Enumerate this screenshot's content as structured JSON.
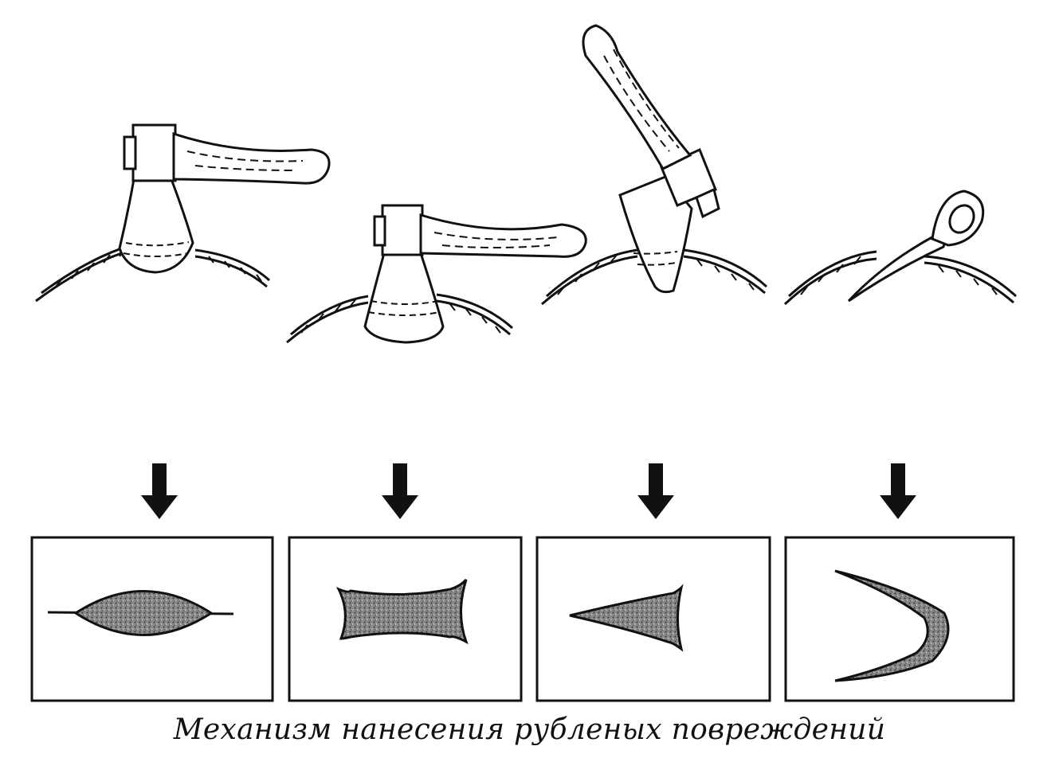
{
  "caption": "Механизм нанесения рубленых повреждений",
  "colors": {
    "ink": "#111111",
    "wound_fill": "#6f6f6f",
    "background": "#ffffff"
  },
  "panels": [
    {
      "tool": "axe-blade-perpendicular",
      "wound_shape": "spindle"
    },
    {
      "tool": "axe-blade-deep",
      "wound_shape": "rectangular-with-spurs"
    },
    {
      "tool": "axe-heel-angled",
      "wound_shape": "triangular"
    },
    {
      "tool": "axe-toe-angled",
      "wound_shape": "crescent"
    }
  ]
}
